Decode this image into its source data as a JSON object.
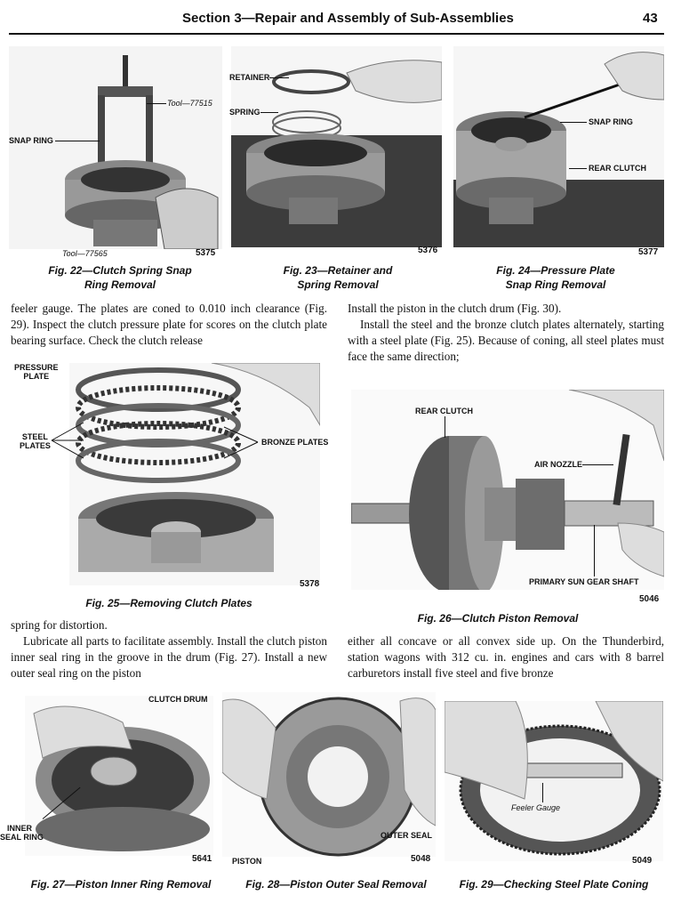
{
  "header": {
    "title": "Section 3—Repair and Assembly of Sub-Assemblies",
    "page_number": "43"
  },
  "figures": {
    "fig22": {
      "caption_l1": "Fig. 22—Clutch Spring Snap",
      "caption_l2": "Ring Removal",
      "number": "5375",
      "labels": {
        "tool1": "Tool—77515",
        "snap_ring": "SNAP RING",
        "tool2": "Tool—77565"
      }
    },
    "fig23": {
      "caption_l1": "Fig. 23—Retainer and",
      "caption_l2": "Spring Removal",
      "number": "5376",
      "labels": {
        "retainer": "RETAINER",
        "spring": "SPRING"
      }
    },
    "fig24": {
      "caption_l1": "Fig. 24—Pressure Plate",
      "caption_l2": "Snap Ring Removal",
      "number": "5377",
      "labels": {
        "snap_ring": "SNAP RING",
        "rear_clutch": "REAR CLUTCH"
      }
    },
    "fig25": {
      "caption": "Fig. 25—Removing Clutch Plates",
      "number": "5378",
      "labels": {
        "pressure_l1": "PRESSURE",
        "pressure_l2": "PLATE",
        "steel_l1": "STEEL",
        "steel_l2": "PLATES",
        "bronze": "BRONZE PLATES"
      }
    },
    "fig26": {
      "caption": "Fig. 26—Clutch Piston Removal",
      "number": "5046",
      "labels": {
        "rear_clutch": "REAR CLUTCH",
        "air_nozzle": "AIR NOZZLE",
        "sun_gear": "PRIMARY SUN GEAR SHAFT"
      }
    },
    "fig27": {
      "caption": "Fig. 27—Piston Inner Ring Removal",
      "number": "5641",
      "labels": {
        "clutch_drum": "CLUTCH DRUM",
        "inner_l1": "INNER",
        "inner_l2": "SEAL RING"
      }
    },
    "fig28": {
      "caption": "Fig. 28—Piston Outer Seal Removal",
      "number": "5048",
      "labels": {
        "outer_seal": "OUTER SEAL",
        "piston": "PISTON"
      }
    },
    "fig29": {
      "caption": "Fig. 29—Checking Steel Plate Coning",
      "number": "5049",
      "labels": {
        "feeler": "Feeler Gauge"
      }
    }
  },
  "text": {
    "left1": "feeler gauge. The plates are coned to 0.010 inch clearance (Fig. 29). Inspect the clutch pressure plate for scores on the clutch plate bearing surface. Check the clutch release",
    "right1_p1": "Install the piston in the clutch drum (Fig. 30).",
    "right1_p2": "Install the steel and the bronze clutch plates alternately, starting with a steel plate (Fig. 25). Because of coning, all steel plates must face the same direction;",
    "left2_p1": "spring for distortion.",
    "left2_p2": "Lubricate all parts to facilitate assembly. Install the clutch piston inner seal ring in the groove in the drum (Fig. 27). Install a new outer seal ring on the piston",
    "right2": "either all concave or all convex side up. On the Thunderbird, station wagons with 312 cu. in. engines and cars with 8 barrel carburetors install five steel and five bronze"
  }
}
